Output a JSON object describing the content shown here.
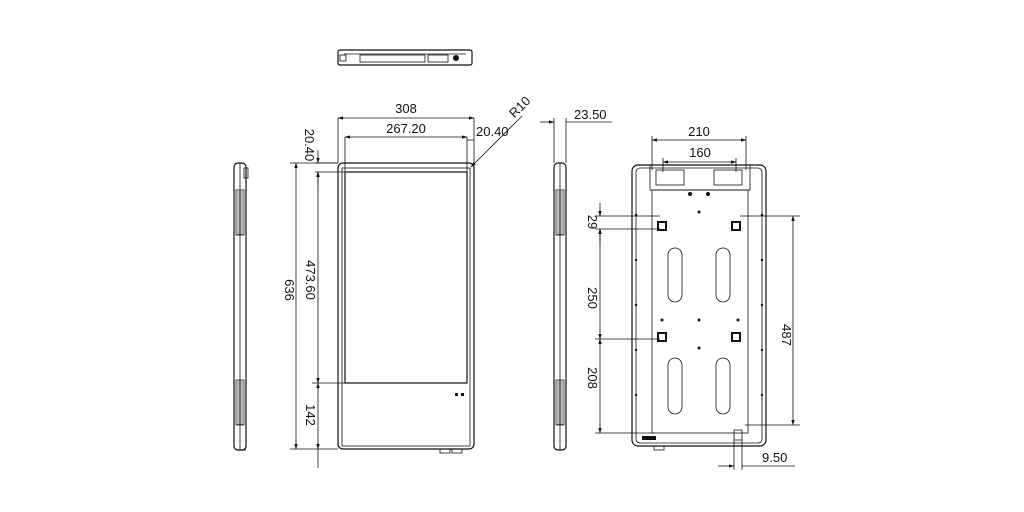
{
  "dimensions": {
    "overall_width": "308",
    "screen_width": "267.20",
    "corner_radius": "R10",
    "bezel_left": "20.40",
    "bezel_right": "20.40",
    "overall_height": "636",
    "screen_height": "473.60",
    "bottom_section": "142",
    "depth": "23.50",
    "bracket_outer": "210",
    "bracket_inner": "160",
    "hole_offset_top": "29",
    "hole_spacing_1": "250",
    "hole_spacing_2": "208",
    "rear_height": "487",
    "bottom_offset": "9.50"
  }
}
